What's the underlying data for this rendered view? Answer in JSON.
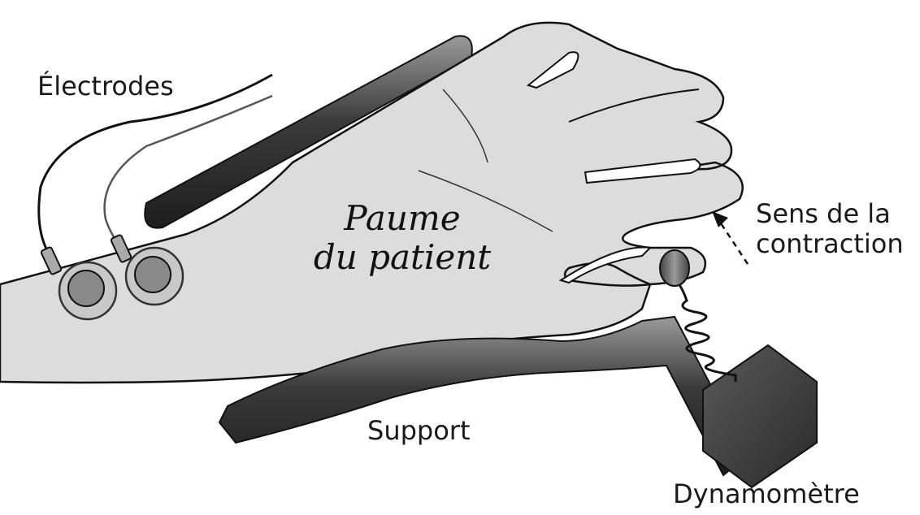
{
  "labels": {
    "electrodes": "Électrodes",
    "palm_line1": "Paume",
    "palm_line2": "du patient",
    "direction_line1": "Sens de la",
    "direction_line2": "contraction",
    "support": "Support",
    "dynamometer": "Dynamomètre"
  },
  "colors": {
    "skin": "#dcdcdc",
    "support": "#3c3c3c",
    "ring": "#707070"
  }
}
